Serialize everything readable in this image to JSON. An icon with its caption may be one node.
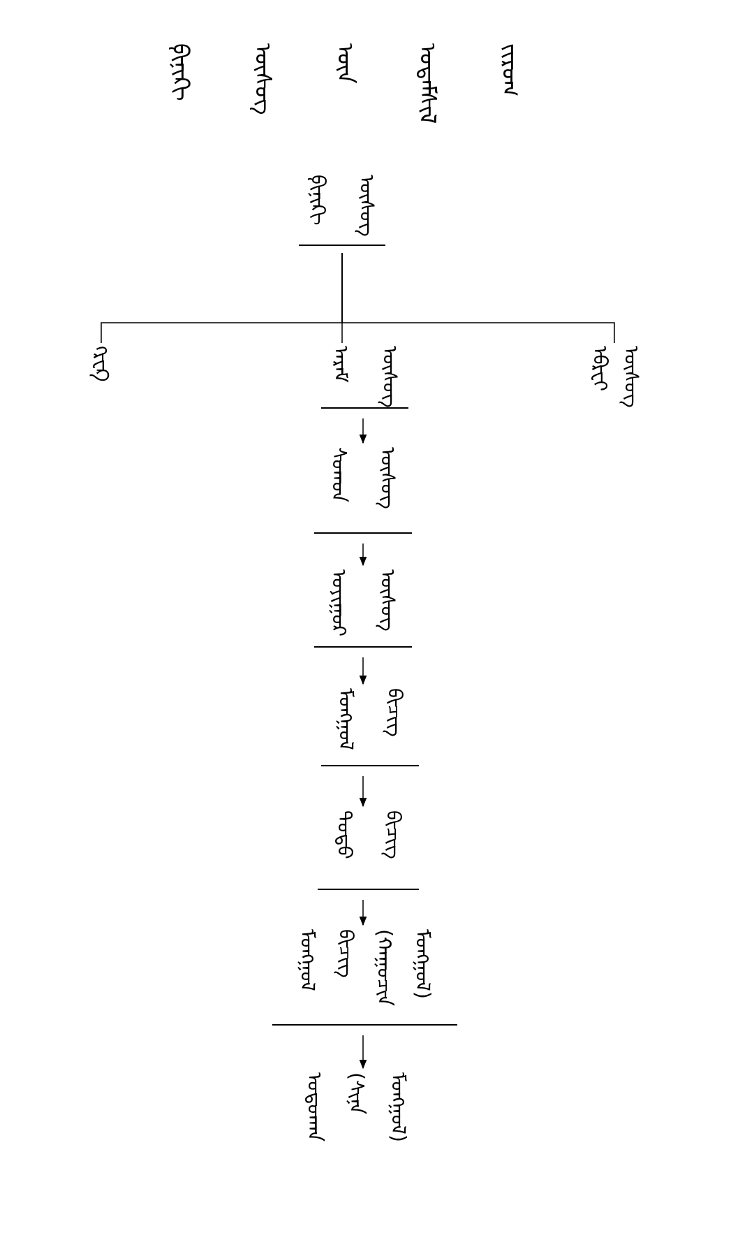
{
  "diagram": {
    "title": "ᠹᠢᠨᠢᠺᠢ ᠦᠰᠦᠭ ᠦᠨ ᠤᠳᠠᠮᠰᠢᠯ ᠵᠢᠷᠤᠭ",
    "nodes": [
      {
        "text": [
          "ᠹᠢᠨᠢᠺᠢ ᠦᠰᠦᠭ"
        ]
      },
      {
        "text": [
          "ᠭᠷᠧᠺ"
        ]
      },
      {
        "text": [
          "ᠠᠷᠠᠮ ᠦᠰᠦᠭ"
        ]
      },
      {
        "text": [
          "ᠡᠪᠷᠧᠢ ᠦᠰᠦᠭ"
        ]
      },
      {
        "text": [
          "ᠰᠣᠭᠳ ᠦᠰᠦᠭ"
        ]
      },
      {
        "text": [
          "ᠤᠶᠢᠭᠤᠷ ᠦᠰᠦᠭ"
        ]
      },
      {
        "text": [
          "ᠮᠣᠩᠭᠣᠯ ᠪᠢᠴᠢᠭ"
        ]
      },
      {
        "text": [
          "ᠲᠣᠳᠣ ᠪᠢᠴᠢᠭ"
        ]
      },
      {
        "text": [
          "ᠮᠣᠩᠭᠣᠯ ᠪᠢᠴᠢᠭ (ᠬᠠᠭᠤᠴᠢᠨ ᠮᠣᠩᠭᠣᠯ)"
        ]
      },
      {
        "text": [
          "ᠣᠳᠣᠬᠠᠨ (ᠰᠢᠨᠡ ᠮᠣᠩᠭᠣᠯ)"
        ]
      }
    ],
    "edges": [
      {
        "from": 0,
        "to": 1,
        "arrow": "none"
      },
      {
        "from": 0,
        "to": 2,
        "arrow": "none"
      },
      {
        "from": 0,
        "to": 3,
        "arrow": "none"
      },
      {
        "from": 2,
        "to": 4,
        "arrow": "to"
      },
      {
        "from": 4,
        "to": 5,
        "arrow": "to"
      },
      {
        "from": 5,
        "to": 6,
        "arrow": "to"
      },
      {
        "from": 6,
        "to": 7,
        "arrow": "to"
      },
      {
        "from": 7,
        "to": 8,
        "arrow": "to"
      },
      {
        "from": 8,
        "to": 9,
        "arrow": "to"
      }
    ]
  }
}
